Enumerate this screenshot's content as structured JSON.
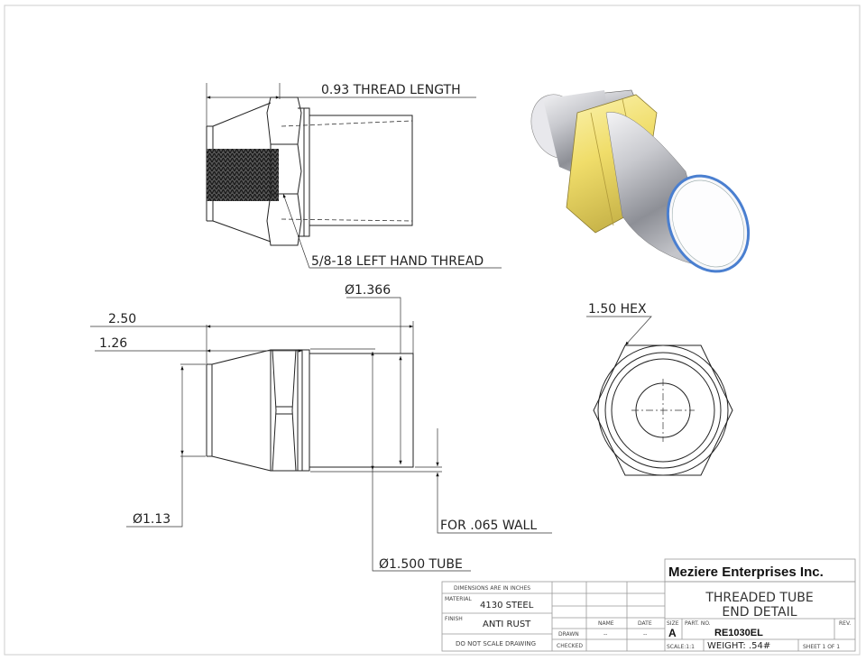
{
  "dimensions": {
    "thread_length": "0.93 THREAD LENGTH",
    "thread_spec": "5/8-18 LEFT HAND THREAD",
    "tube_od_top": "Ø1.366",
    "overall_length": "2.50",
    "thread_section_length": "1.26",
    "end_diameter": "Ø1.13",
    "wall_note": "FOR .065 WALL",
    "tube_size": "Ø1.500 TUBE",
    "hex_size": "1.50 HEX"
  },
  "title_block": {
    "company": "Meziere Enterprises Inc.",
    "title_line1": "THREADED TUBE",
    "title_line2": "END DETAIL",
    "dimensions_note": "DIMENSIONS ARE IN INCHES",
    "material_label": "MATERIAL",
    "material": "4130 STEEL",
    "finish_label": "FINISH",
    "finish": "ANTI RUST",
    "do_not_scale": "DO NOT SCALE DRAWING",
    "name_header": "NAME",
    "date_header": "DATE",
    "drawn_label": "DRAWN",
    "drawn_name": "--",
    "drawn_date": "--",
    "checked_label": "CHECKED",
    "size_label": "SIZE",
    "size": "A",
    "part_no_label": "PART. NO.",
    "part_no": "RE1030EL",
    "rev_label": "REV.",
    "scale": "SCALE:1:1",
    "weight": "WEIGHT: .54#",
    "sheet": "SHEET 1 OF 1"
  },
  "colors": {
    "hex_nut": "#f2e27a",
    "tube_rim": "#4a7fd0",
    "line": "#222222"
  }
}
